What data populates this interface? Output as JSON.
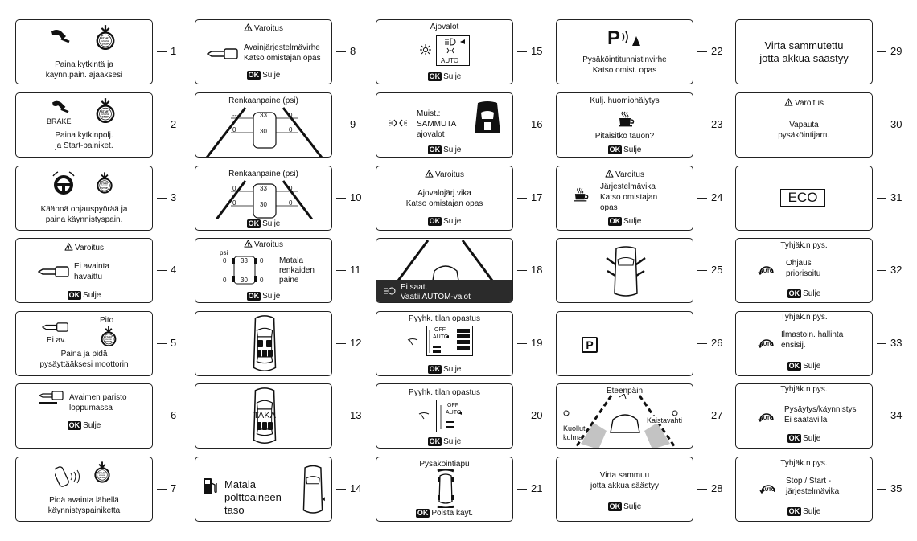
{
  "ok_badge": "OK",
  "warning": "Varoitus",
  "close_label": "Sulje",
  "auto_hold_title": "Tyhjäk.n pys.",
  "panels": {
    "p1": {
      "num": "1",
      "line1": "Paina kytkintä ja",
      "line2": "käynn.pain. ajaaksesi"
    },
    "p2": {
      "num": "2",
      "brake": "BRAKE",
      "line1": "Paina kytkinpolj.",
      "line2": "ja Start-painiket."
    },
    "p3": {
      "num": "3",
      "line1": "Käännä ohjauspyörää ja",
      "line2": "paina käynnistyspain."
    },
    "p4": {
      "num": "4",
      "line1": "Ei avainta",
      "line2": "havaittu"
    },
    "p5": {
      "num": "5",
      "pito": "Pito",
      "ei_av": "Ei av.",
      "line1": "Paina ja pidä",
      "line2": "pysäyttääksesi moottorin"
    },
    "p6": {
      "num": "6",
      "line1": "Avaimen paristo",
      "line2": "loppumassa"
    },
    "p7": {
      "num": "7",
      "line1": "Pidä avainta lähellä",
      "line2": "käynnistyspainiketta"
    },
    "p8": {
      "num": "8",
      "line1": "Avainjärjestelmävirhe",
      "line2": "Katso omistajan opas"
    },
    "p9": {
      "num": "9",
      "title": "Renkaanpaine (psi)",
      "fl": "---",
      "fr": "0",
      "rl": "0",
      "rr": "0",
      "front_val": "33",
      "rear_val": "30"
    },
    "p10": {
      "num": "10",
      "title": "Renkaanpaine (psi)",
      "fl": "0",
      "fr": "0",
      "rl": "0",
      "rr": "0",
      "front_val": "33",
      "rear_val": "30"
    },
    "p11": {
      "num": "11",
      "psi": "psi",
      "front_val": "33",
      "rear_val": "30",
      "zero": "0",
      "line1": "Matala",
      "line2": "renkaiden",
      "line3": "paine"
    },
    "p12": {
      "num": "12"
    },
    "p13": {
      "num": "13",
      "taka": "TAKA"
    },
    "p14": {
      "num": "14",
      "line1": "Matala",
      "line2": "polttoaineen",
      "line3": "taso"
    },
    "p15": {
      "num": "15",
      "title": "Ajovalot",
      "auto": "AUTO"
    },
    "p16": {
      "num": "16",
      "line1": "Muist.:",
      "line2": "SAMMUTA",
      "line3": "ajovalot"
    },
    "p17": {
      "num": "17",
      "line1": "Ajovalojärj.vika",
      "line2": "Katso omistajan opas"
    },
    "p18": {
      "num": "18",
      "line1": "Ei saat.",
      "line2": "Vaatii AUTOM-valot"
    },
    "p19": {
      "num": "19",
      "title": "Pyyhk. tilan opastus",
      "off": "OFF",
      "auto": "AUTO"
    },
    "p20": {
      "num": "20",
      "title": "Pyyhk. tilan opastus",
      "off": "OFF",
      "auto": "AUTO"
    },
    "p21": {
      "num": "21",
      "title": "Pysäköintiapu",
      "action": "Poista käyt."
    },
    "p22": {
      "num": "22",
      "line1": "Pysäköintitunnistinvirhe",
      "line2": "Katso omist. opas"
    },
    "p23": {
      "num": "23",
      "title": "Kulj. huomiohälytys",
      "line1": "Pitäisitkö tauon?"
    },
    "p24": {
      "num": "24",
      "line1": "Järjestelmävika",
      "line2": "Katso omistajan",
      "line3": "opas"
    },
    "p25": {
      "num": "25"
    },
    "p26": {
      "num": "26",
      "p_symbol": "P"
    },
    "p27": {
      "num": "27",
      "title": "Eteenpäin",
      "left": "Kuollut",
      "left2": "kulma",
      "right": "Kaistavahti"
    },
    "p28": {
      "num": "28",
      "line1": "Virta sammuu",
      "line2": "jotta akkua säästyy"
    },
    "p29": {
      "num": "29",
      "line1": "Virta sammutettu",
      "line2": "jotta akkua säästyy"
    },
    "p30": {
      "num": "30",
      "line1": "Vapauta",
      "line2": "pysäköintijarru"
    },
    "p31": {
      "num": "31",
      "eco": "ECO"
    },
    "p32": {
      "num": "32",
      "line1": "Ohjaus",
      "line2": "priorisoitu"
    },
    "p33": {
      "num": "33",
      "line1": "Ilmastoin. hallinta",
      "line2": "ensisij."
    },
    "p34": {
      "num": "34",
      "line1": "Pysäytys/käynnistys",
      "line2": "Ei saatavilla"
    },
    "p35": {
      "num": "35",
      "line1": "Stop / Start -",
      "line2": "järjestelmävika"
    }
  },
  "icons": {
    "start_button": "start-stop-button-icon",
    "key": "key-icon",
    "warning": "warning-triangle-icon",
    "car_top": "car-top-view-icon",
    "fuel": "fuel-pump-icon",
    "coffee": "coffee-cup-icon",
    "auto_hold": "auto-hold-icon"
  },
  "start_btn_text": [
    "START",
    "ENGINE",
    "STOP"
  ]
}
